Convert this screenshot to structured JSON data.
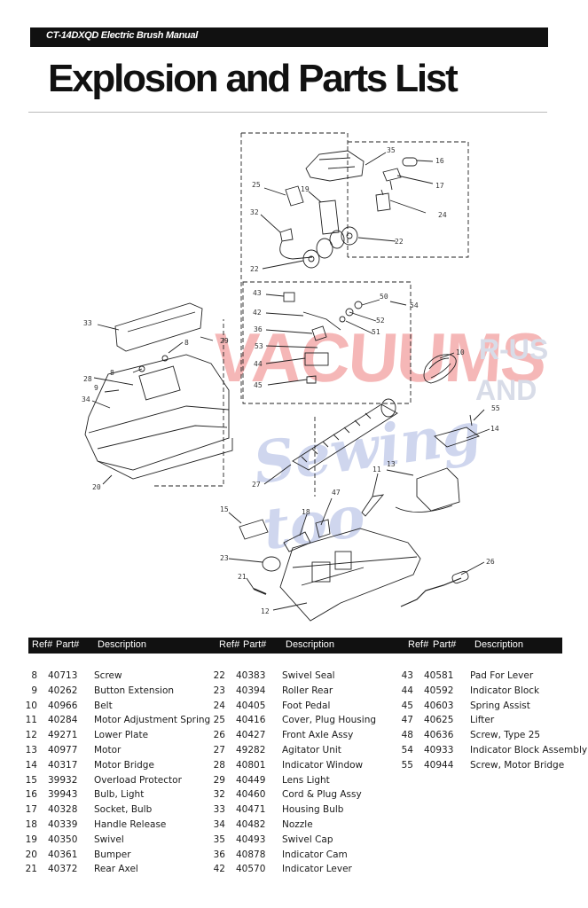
{
  "header": {
    "manual_title": "CT-14DXQD Electric Brush Manual"
  },
  "page_title": "Explosion and Parts List",
  "watermark": {
    "line1": "VACUUMS",
    "line2": "R-US",
    "line3": "AND",
    "line4": "Sewing too"
  },
  "diagram": {
    "callouts": [
      "35",
      "16",
      "17",
      "25",
      "19",
      "24",
      "32",
      "22",
      "22",
      "43",
      "50",
      "42",
      "52",
      "54",
      "36",
      "51",
      "53",
      "44",
      "45",
      "10",
      "33",
      "8",
      "8",
      "29",
      "28",
      "9",
      "34",
      "55",
      "14",
      "20",
      "27",
      "11",
      "13",
      "47",
      "15",
      "18",
      "23",
      "26",
      "21",
      "12"
    ]
  },
  "table": {
    "headers": {
      "ref": "Ref#",
      "part": "Part#",
      "desc": "Description"
    },
    "columns": [
      [
        {
          "ref": "8",
          "part": "40713",
          "desc": "Screw"
        },
        {
          "ref": "9",
          "part": "40262",
          "desc": "Button Extension"
        },
        {
          "ref": "10",
          "part": "40966",
          "desc": "Belt"
        },
        {
          "ref": "11",
          "part": "40284",
          "desc": "Motor Adjustment Spring"
        },
        {
          "ref": "12",
          "part": "49271",
          "desc": "Lower Plate"
        },
        {
          "ref": "13",
          "part": "40977",
          "desc": "Motor"
        },
        {
          "ref": "14",
          "part": "40317",
          "desc": "Motor Bridge"
        },
        {
          "ref": "15",
          "part": "39932",
          "desc": "Overload Protector"
        },
        {
          "ref": "16",
          "part": "39943",
          "desc": "Bulb, Light"
        },
        {
          "ref": "17",
          "part": "40328",
          "desc": "Socket, Bulb"
        },
        {
          "ref": "18",
          "part": "40339",
          "desc": "Handle Release"
        },
        {
          "ref": "19",
          "part": "40350",
          "desc": "Swivel"
        },
        {
          "ref": "20",
          "part": "40361",
          "desc": "Bumper"
        },
        {
          "ref": "21",
          "part": "40372",
          "desc": "Rear Axel"
        }
      ],
      [
        {
          "ref": "22",
          "part": "40383",
          "desc": "Swivel Seal"
        },
        {
          "ref": "23",
          "part": "40394",
          "desc": "Roller Rear"
        },
        {
          "ref": "24",
          "part": "40405",
          "desc": "Foot Pedal"
        },
        {
          "ref": "25",
          "part": "40416",
          "desc": "Cover, Plug Housing"
        },
        {
          "ref": "26",
          "part": "40427",
          "desc": "Front Axle Assy"
        },
        {
          "ref": "27",
          "part": "49282",
          "desc": "Agitator Unit"
        },
        {
          "ref": "28",
          "part": "40801",
          "desc": "Indicator Window"
        },
        {
          "ref": "29",
          "part": "40449",
          "desc": "Lens Light"
        },
        {
          "ref": "32",
          "part": "40460",
          "desc": "Cord & Plug Assy"
        },
        {
          "ref": "33",
          "part": "40471",
          "desc": "Housing Bulb"
        },
        {
          "ref": "34",
          "part": "40482",
          "desc": "Nozzle"
        },
        {
          "ref": "35",
          "part": "40493",
          "desc": "Swivel Cap"
        },
        {
          "ref": "36",
          "part": "40878",
          "desc": "Indicator Cam"
        },
        {
          "ref": "42",
          "part": "40570",
          "desc": "Indicator Lever"
        }
      ],
      [
        {
          "ref": "43",
          "part": "40581",
          "desc": "Pad For Lever"
        },
        {
          "ref": "44",
          "part": "40592",
          "desc": "Indicator Block"
        },
        {
          "ref": "45",
          "part": "40603",
          "desc": "Spring Assist"
        },
        {
          "ref": "47",
          "part": "40625",
          "desc": "Lifter"
        },
        {
          "ref": "48",
          "part": "40636",
          "desc": "Screw, Type 25"
        },
        {
          "ref": "54",
          "part": "40933",
          "desc": "Indicator Block Assembly"
        },
        {
          "ref": "55",
          "part": "40944",
          "desc": "Screw, Motor Bridge"
        }
      ]
    ]
  }
}
